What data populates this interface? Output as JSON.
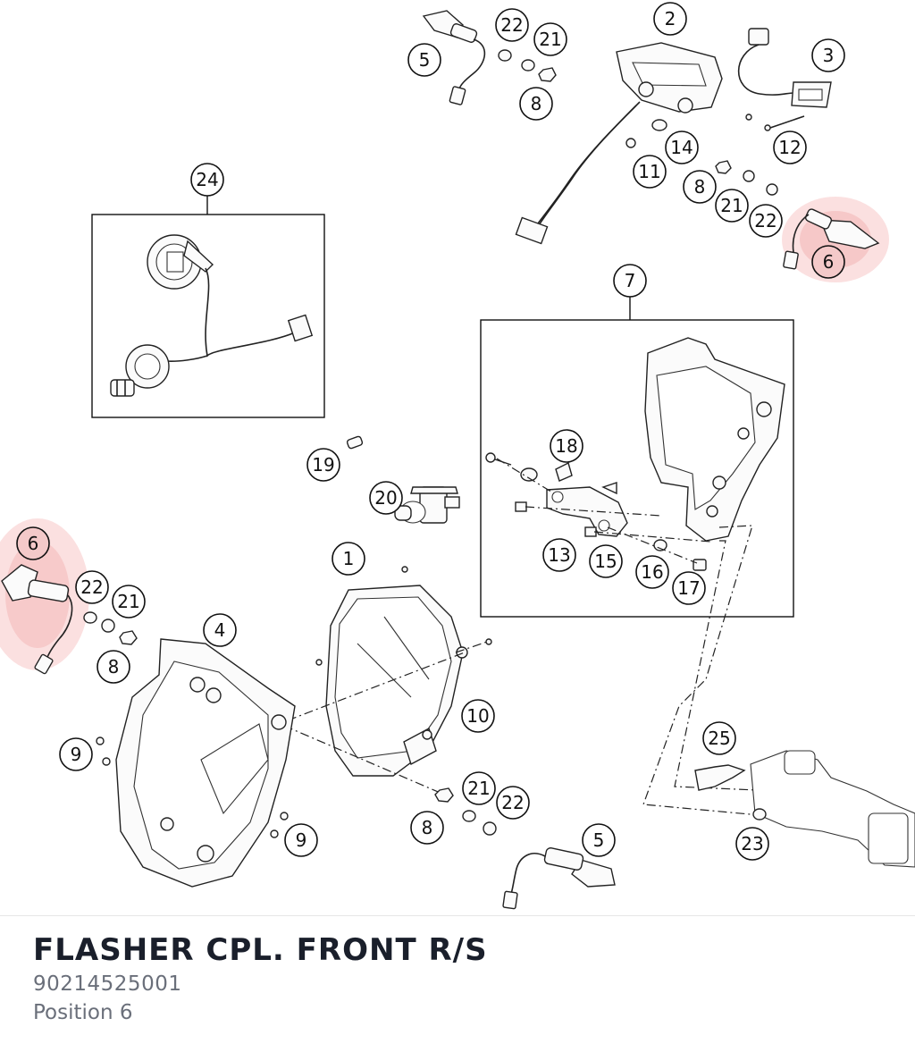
{
  "part": {
    "title": "FLASHER CPL. FRONT R/S",
    "number": "90214525001",
    "position": "Position 6"
  },
  "highlight_color": "#f2b8b8",
  "callouts": {
    "c1": "1",
    "c2": "2",
    "c3": "3",
    "c4": "4",
    "c5a": "5",
    "c5b": "5",
    "c6a": "6",
    "c6b": "6",
    "c7": "7",
    "c8a": "8",
    "c8b": "8",
    "c8c": "8",
    "c8d": "8",
    "c9a": "9",
    "c9b": "9",
    "c10": "10",
    "c11": "11",
    "c12": "12",
    "c13": "13",
    "c14": "14",
    "c15": "15",
    "c16": "16",
    "c17": "17",
    "c18": "18",
    "c19": "19",
    "c20": "20",
    "c21a": "21",
    "c21b": "21",
    "c21c": "21",
    "c21d": "21",
    "c22a": "22",
    "c22b": "22",
    "c22c": "22",
    "c22d": "22",
    "c23": "23",
    "c24": "24",
    "c25": "25"
  }
}
